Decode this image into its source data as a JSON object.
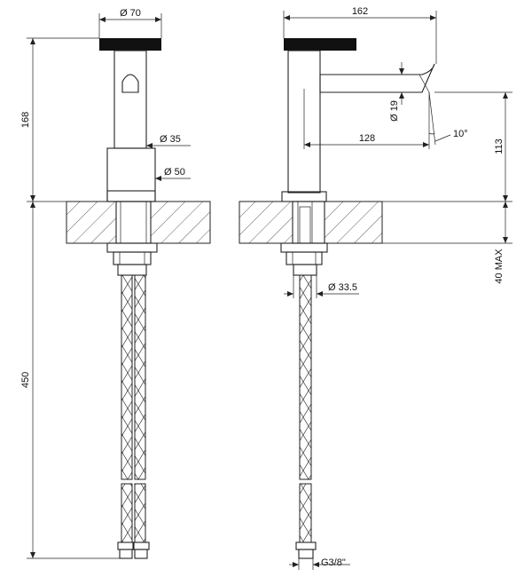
{
  "drawing": {
    "front_view": {
      "dimensions": {
        "handle_diameter": "Ø 70",
        "body_diameter": "Ø 35",
        "base_diameter": "Ø 50",
        "height_above_deck": "168",
        "hose_length": "450"
      }
    },
    "side_view": {
      "dimensions": {
        "overall_projection": "162",
        "spout_diameter": "Ø 19",
        "spout_reach": "128",
        "spout_angle": "10°",
        "spout_height": "113",
        "deck_thickness": "40 MAX",
        "nut_diameter": "Ø 33.5",
        "connection_thread": "G3/8\""
      }
    }
  }
}
